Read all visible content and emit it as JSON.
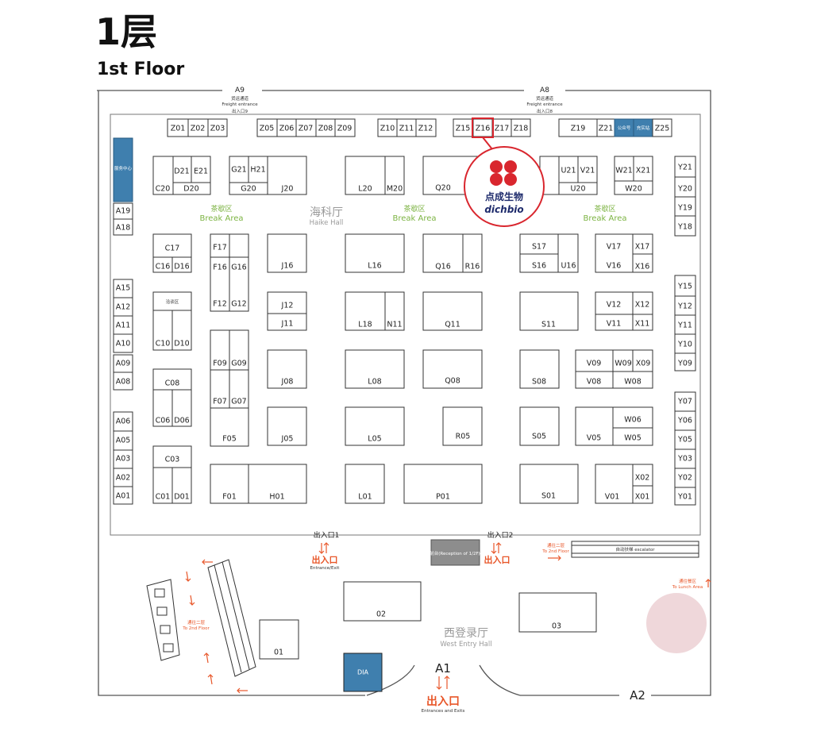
{
  "title": "1层",
  "subtitle": "1st Floor",
  "colors": {
    "accent_orange": "#e8572a",
    "break_green": "#7cb342",
    "booth_blue": "#3f7fae",
    "marker_red": "#d9262e",
    "lunch_pink": "#efd7da"
  },
  "gates": {
    "a9": {
      "code": "A9",
      "cn": "货运通道",
      "en": "Freight entrance",
      "exit": "出入口9"
    },
    "a8": {
      "code": "A8",
      "cn": "货运通道",
      "en": "Freight entrance",
      "exit": "出入口8"
    },
    "exit1": "出入口1",
    "exit2": "出入口2",
    "a1": "A1",
    "a2": "A2"
  },
  "booths": {
    "z_row": [
      "Z01",
      "Z02",
      "Z03",
      "Z05",
      "Z06",
      "Z07",
      "Z08",
      "Z09",
      "Z10",
      "Z11",
      "Z12",
      "Z15",
      "Z16",
      "Z17",
      "Z18",
      "Z19",
      "Z21",
      "Z25"
    ],
    "blue_labels": [
      "服务中心",
      "公众号",
      "充实站"
    ],
    "a_col": [
      "A19",
      "A18",
      "A15",
      "A12",
      "A11",
      "A10",
      "A09",
      "A08",
      "A06",
      "A05",
      "A03",
      "A02",
      "A01"
    ],
    "y_col": [
      "Y21",
      "Y20",
      "Y19",
      "Y18",
      "Y15",
      "Y12",
      "Y11",
      "Y10",
      "Y09",
      "Y07",
      "Y06",
      "Y05",
      "Y03",
      "Y02",
      "Y01"
    ],
    "cd": [
      "D21",
      "E21",
      "C20",
      "D20",
      "C17",
      "C16",
      "D16",
      "洽谈区",
      "C10",
      "D10",
      "C08",
      "C06",
      "D06",
      "C03",
      "C01",
      "D01"
    ],
    "fg": [
      "G21",
      "H21",
      "G20",
      "J20",
      "F17",
      "F16",
      "G16",
      "F12",
      "G12",
      "F09",
      "G09",
      "F07",
      "G07",
      "F05",
      "F01",
      "H01"
    ],
    "jl": [
      "L20",
      "M20",
      "J16",
      "L16",
      "J12",
      "J11",
      "L18",
      "N11",
      "J08",
      "L08",
      "J05",
      "L05",
      "L01"
    ],
    "qr": [
      "Q20",
      "Q16",
      "R16",
      "Q11",
      "Q08",
      "R05",
      "P01"
    ],
    "s": [
      "S17",
      "S16",
      "U16",
      "S11",
      "S08",
      "S05",
      "S01"
    ],
    "uvw": [
      "U21",
      "V21",
      "U20",
      "W21",
      "X21",
      "W20",
      "V17",
      "X17",
      "V16",
      "X16",
      "V12",
      "X12",
      "V11",
      "X11",
      "V09",
      "W09",
      "X09",
      "V08",
      "W08",
      "W06",
      "V05",
      "W05",
      "X02",
      "V01",
      "X01"
    ],
    "lower": [
      "02",
      "03",
      "01",
      "DIA"
    ]
  },
  "break_areas": {
    "cn": "茶歇区",
    "en": "Break Area"
  },
  "halls": {
    "haike": {
      "cn": "海科厅",
      "en": "Haike Hall"
    },
    "west": {
      "cn": "西登录厅",
      "en": "West Entry Hall"
    }
  },
  "marker": {
    "cn": "点成生物",
    "en": "dichbio"
  },
  "signs": {
    "entrance_exit": "出入口",
    "entrance_exit_en1": "Entrance/Exit",
    "entrance_exit_en2": "Entrances and Exits",
    "reception": "前台(Reception of 1/2F)",
    "to_2f_cn": "通往二层",
    "to_2f_en": "To 2nd Floor",
    "escalator": "自动扶梯 escalator",
    "lunch_cn": "通往餐区",
    "lunch_en": "To Lunch Area"
  }
}
